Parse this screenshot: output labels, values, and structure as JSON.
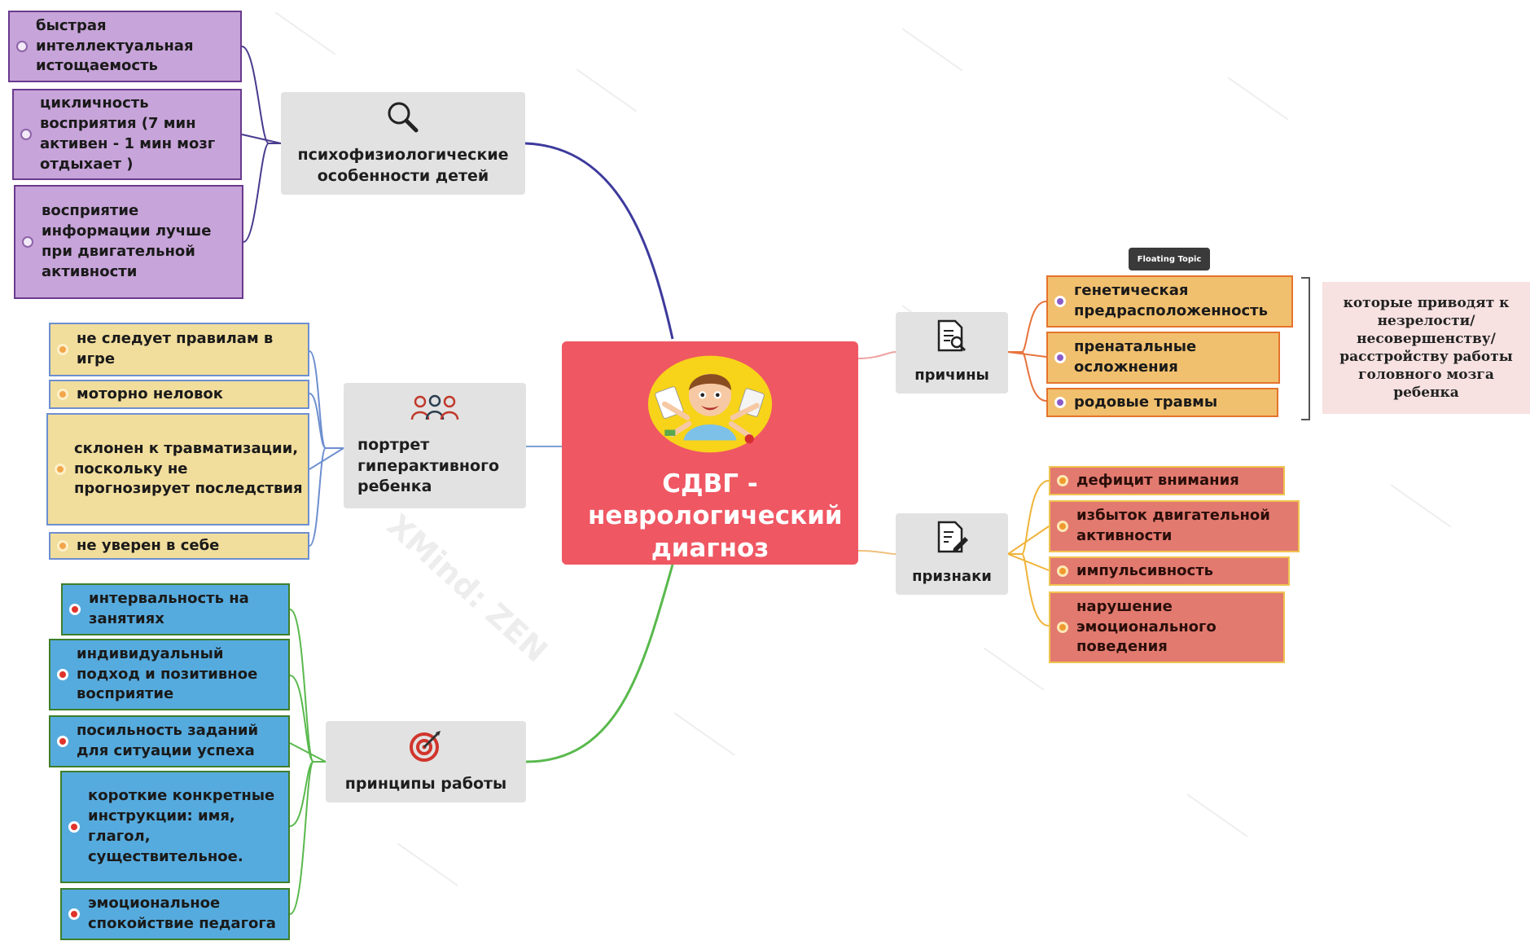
{
  "center": {
    "title": "СДВГ - неврологический диагноз",
    "image": "hyperactive-boy-illustration"
  },
  "branches": {
    "psycho": {
      "label": "психофизиологические особенности детей",
      "icon": "magnifier-icon",
      "items": [
        "быстрая интеллектуальная истощаемость",
        "цикличность восприятия (7 мин активен - 1 мин мозг отдыхает )",
        "восприятие информации лучше при двигательной активности"
      ]
    },
    "portrait": {
      "label": "портрет гиперактивного ребенка",
      "icon": "people-group-icon",
      "items": [
        "не следует правилам в игре",
        "моторно неловок",
        "склонен к травматизации, поскольку не прогнозирует последствия",
        "не уверен в себе"
      ]
    },
    "principles": {
      "label": "принципы работы",
      "icon": "target-icon",
      "items": [
        "интервальность на занятиях",
        "индивидуальный подход и позитивное восприятие",
        "посильность заданий для ситуации успеха",
        "короткие конкретные инструкции: имя, глагол, существительное.",
        "эмоциональное спокойствие педагога"
      ]
    },
    "causes": {
      "label": "причины",
      "icon": "document-search-icon",
      "items": [
        "генетическая предрасположенность",
        "пренатальные осложнения",
        "родовые травмы"
      ],
      "floating_label": "Floating Topic",
      "summary": "которые приводят к незрелости/ несовершенству/ расстройству работы головного мозга ребенка"
    },
    "signs": {
      "label": "признаки",
      "icon": "document-pen-icon",
      "items": [
        "дефицит внимания",
        "избыток двигательной активности",
        "импульсивность",
        "нарушение эмоционального поведения"
      ]
    }
  },
  "watermark": "XMind: ZEN",
  "colors": {
    "central": "#ef5763",
    "branch": "#e2e2e2",
    "purple": "#c7a4d9",
    "yellow": "#f1dd9c",
    "blue": "#56abde",
    "orange": "#f1c06e",
    "red": "#e27a6f",
    "summary": "#f7e1e1"
  }
}
